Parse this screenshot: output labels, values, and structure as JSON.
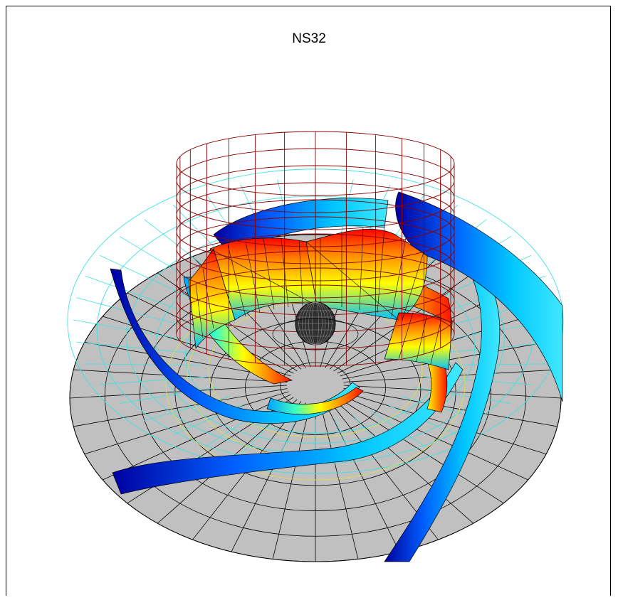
{
  "figure": {
    "title": "NS32"
  },
  "colors": {
    "hub_disc_fill": "#c0c0c0",
    "hub_disc_grid": "#000000",
    "shroud_grid": "#8b0000",
    "shroud_lower_grid": "#40e0e0",
    "nose_cone": "#000000",
    "blade_colormap": [
      "#000080",
      "#0000ff",
      "#00bfff",
      "#00ffff",
      "#ffff00",
      "#ff8000",
      "#ff0000"
    ]
  },
  "scene": {
    "blade_count": 7,
    "colormap": "jet"
  }
}
